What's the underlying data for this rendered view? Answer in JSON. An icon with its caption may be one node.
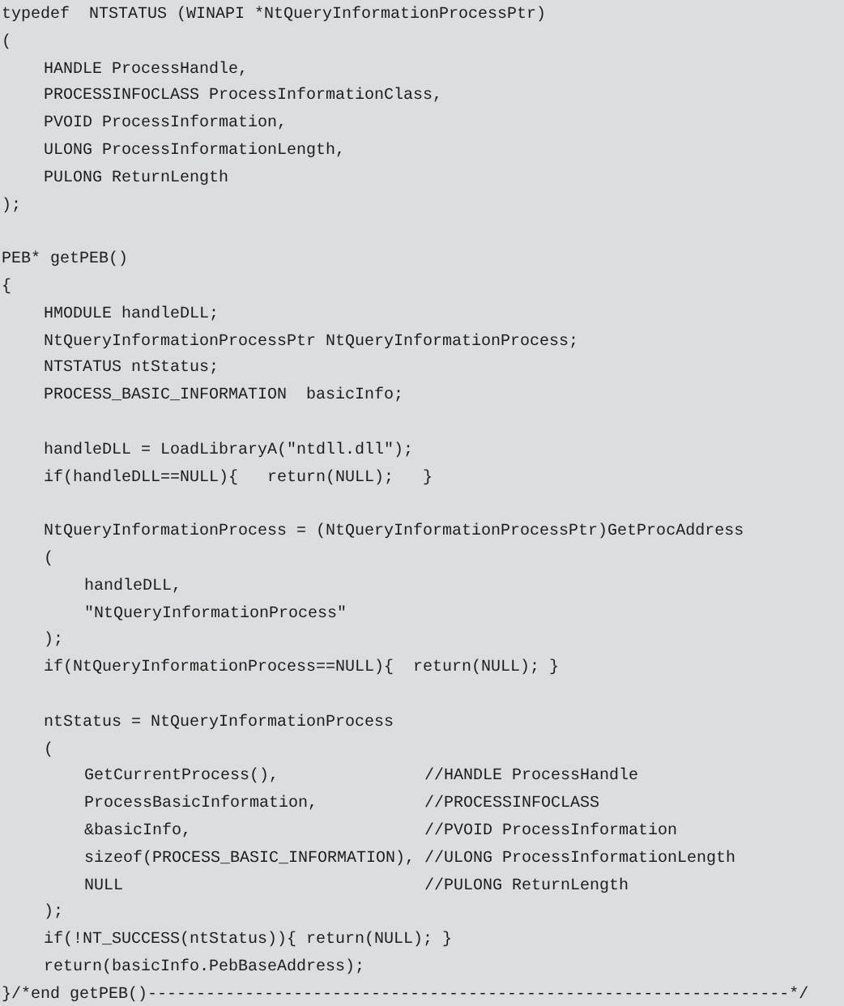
{
  "diagram": {
    "labels": [
      "typedef  NTSTATUS (WINAPI *NtQueryInformationProcessPtr)",
      "(",
      "HANDLE ProcessHandle,",
      "PROCESSINFOCLASS ProcessInformationClass,",
      "PVOID ProcessInformation,",
      "ULONG ProcessInformationLength,",
      "PULONG ReturnLength",
      ");",
      "PEB* getPEB()",
      "{",
      "HMODULE handleDLL;",
      "NtQueryInformationProcessPtr NtQueryInformationProcess;",
      "NTSTATUS ntStatus;",
      "PROCESS_BASIC_INFORMATION  basicInfo;",
      "handleDLL = LoadLibraryA(\"ntdll.dll\");",
      "if(handleDLL==NULL){   return(NULL);   }",
      "NtQueryInformationProcess = (NtQueryInformationProcessPtr)GetProcAddress",
      "(",
      "handleDLL,",
      "\"NtQueryInformationProcess\"",
      ");",
      "if(NtQueryInformationProcess==NULL){  return(NULL); }",
      "ntStatus = NtQueryInformationProcess",
      "(",
      "GetCurrentProcess(),",
      "//HANDLE ProcessHandle",
      "ProcessBasicInformation,",
      "//PROCESSINFOCLASS",
      "&basicInfo,",
      "//PVOID ProcessInformation",
      "sizeof(PROCESS_BASIC_INFORMATION),",
      "//ULONG ProcessInformationLength",
      "NULL",
      "//PULONG ReturnLength",
      ");",
      "if(!NT_SUCCESS(ntStatus)){ return(NULL); }",
      "return(basicInfo.PebBaseAddress);",
      "}/*end getPEB()------------------------------------------------------------------*/"
    ]
  }
}
